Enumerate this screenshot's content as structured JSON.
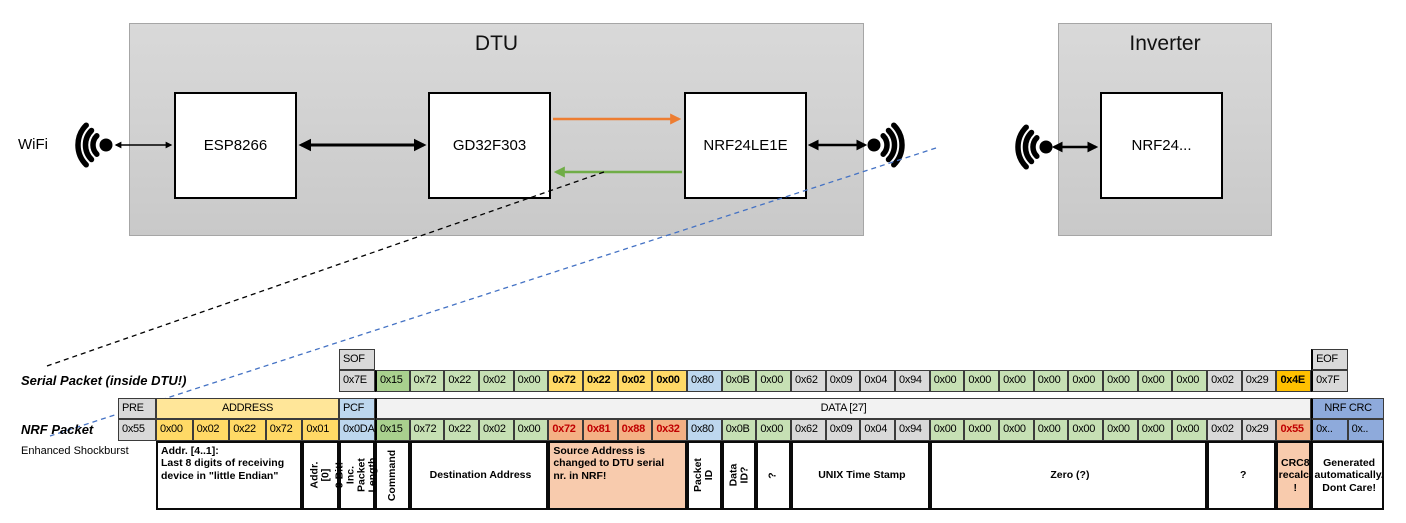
{
  "colors": {
    "orange_arrow": "#ED7D31",
    "green_arrow": "#70AD47",
    "blue_dashed": "#4472C4",
    "green_dark": "#A9D08E",
    "green_light": "#C6E0B4",
    "yellow_cell": "#FFD966",
    "yellow_header": "#FFE699",
    "orange_cell": "#FFC000",
    "blue_cell": "#BDD7EE",
    "crc_blue": "#8EAADB",
    "salmon_cell": "#F4B084",
    "salmon_note": "#F8CBAD",
    "gray_cell": "#D9D9D9",
    "red_text": "#C00000"
  },
  "scene": {
    "wifi_label": "WiFi",
    "dtu_title": "DTU",
    "esp_label": "ESP8266",
    "gd_label": "GD32F303",
    "nrf_label": "NRF24LE1E",
    "inverter_title": "Inverter",
    "inverter_nrf_label": "NRF24...",
    "icons": [
      "wifi-signal-left",
      "wifi-signal-right",
      "wifi-signal-inverter"
    ]
  },
  "serial_packet": {
    "label": "Serial Packet (inside DTU!)",
    "sof_header": "SOF",
    "sof_value": "0x7E",
    "eof_header": "EOF",
    "eof_value": "0x7F",
    "bytes": [
      {
        "v": "0x15",
        "s": "g2 tl"
      },
      {
        "v": "0x72",
        "s": "g1"
      },
      {
        "v": "0x22",
        "s": "g1"
      },
      {
        "v": "0x02",
        "s": "g1"
      },
      {
        "v": "0x00",
        "s": "g1"
      },
      {
        "v": "0x72",
        "s": "yb"
      },
      {
        "v": "0x22",
        "s": "yb"
      },
      {
        "v": "0x02",
        "s": "yb"
      },
      {
        "v": "0x00",
        "s": "yb"
      },
      {
        "v": "0x80",
        "s": "bl"
      },
      {
        "v": "0x0B",
        "s": "g1"
      },
      {
        "v": "0x00",
        "s": "g1"
      },
      {
        "v": "0x62",
        "s": "gy"
      },
      {
        "v": "0x09",
        "s": "gy"
      },
      {
        "v": "0x04",
        "s": "gy"
      },
      {
        "v": "0x94",
        "s": "gy"
      },
      {
        "v": "0x00",
        "s": "g1"
      },
      {
        "v": "0x00",
        "s": "g1"
      },
      {
        "v": "0x00",
        "s": "g1"
      },
      {
        "v": "0x00",
        "s": "g1"
      },
      {
        "v": "0x00",
        "s": "g1"
      },
      {
        "v": "0x00",
        "s": "g1"
      },
      {
        "v": "0x00",
        "s": "g1"
      },
      {
        "v": "0x00",
        "s": "g1"
      },
      {
        "v": "0x02",
        "s": "gy"
      },
      {
        "v": "0x29",
        "s": "gy"
      },
      {
        "v": "0x4E",
        "s": "ob"
      }
    ]
  },
  "nrf_packet": {
    "label": "NRF Packet",
    "sublabel": "Enhanced Shockburst",
    "pre_header": "PRE",
    "address_header": "ADDRESS",
    "pcf_header": "PCF",
    "data_header": "DATA [27]",
    "crc_header": "NRF CRC",
    "pre_value": "0x55",
    "address_values": [
      "0x00",
      "0x02",
      "0x22",
      "0x72",
      "0x01"
    ],
    "pcf_value": "0x0DA",
    "bytes": [
      {
        "v": "0x15",
        "s": "g2 tl"
      },
      {
        "v": "0x72",
        "s": "g1"
      },
      {
        "v": "0x22",
        "s": "g1"
      },
      {
        "v": "0x02",
        "s": "g1"
      },
      {
        "v": "0x00",
        "s": "g1"
      },
      {
        "v": "0x72",
        "s": "sb"
      },
      {
        "v": "0x81",
        "s": "sb"
      },
      {
        "v": "0x88",
        "s": "sb"
      },
      {
        "v": "0x32",
        "s": "sb"
      },
      {
        "v": "0x80",
        "s": "bl"
      },
      {
        "v": "0x0B",
        "s": "g1"
      },
      {
        "v": "0x00",
        "s": "g1"
      },
      {
        "v": "0x62",
        "s": "gy"
      },
      {
        "v": "0x09",
        "s": "gy"
      },
      {
        "v": "0x04",
        "s": "gy"
      },
      {
        "v": "0x94",
        "s": "gy"
      },
      {
        "v": "0x00",
        "s": "g1"
      },
      {
        "v": "0x00",
        "s": "g1"
      },
      {
        "v": "0x00",
        "s": "g1"
      },
      {
        "v": "0x00",
        "s": "g1"
      },
      {
        "v": "0x00",
        "s": "g1"
      },
      {
        "v": "0x00",
        "s": "g1"
      },
      {
        "v": "0x00",
        "s": "g1"
      },
      {
        "v": "0x00",
        "s": "g1"
      },
      {
        "v": "0x02",
        "s": "gy"
      },
      {
        "v": "0x29",
        "s": "gy"
      },
      {
        "v": "0x55",
        "s": "sb"
      }
    ],
    "crc_values": [
      "0x..",
      "0x.."
    ]
  },
  "annotations": [
    {
      "text": "Addr. [4..1]:\nLast 8 digits of receiving\ndevice in \"little Endian\"",
      "col": 3,
      "span": 4,
      "kind": "left"
    },
    {
      "text": "Addr.[0]",
      "col": 7,
      "span": 1,
      "kind": "vert"
    },
    {
      "text": "9 Bit!\nInc. Packet\nLength",
      "col": 8,
      "span": 1,
      "kind": "vert"
    },
    {
      "text": "Command",
      "col": 9,
      "span": 1,
      "kind": "vert tl"
    },
    {
      "text": "Destination Address",
      "col": 10,
      "span": 4,
      "kind": "center"
    },
    {
      "text": "Source Address is\nchanged to DTU serial\nnr. in NRF!",
      "col": 14,
      "span": 4,
      "kind": "left salmon"
    },
    {
      "text": "Packet ID",
      "col": 18,
      "span": 1,
      "kind": "vert"
    },
    {
      "text": "Data ID?",
      "col": 19,
      "span": 1,
      "kind": "vert"
    },
    {
      "text": "?",
      "col": 20,
      "span": 1,
      "kind": "vert"
    },
    {
      "text": "UNIX Time Stamp",
      "col": 21,
      "span": 4,
      "kind": "center"
    },
    {
      "text": "Zero (?)",
      "col": 25,
      "span": 8,
      "kind": "center"
    },
    {
      "text": "?",
      "col": 33,
      "span": 2,
      "kind": "center"
    },
    {
      "text": "CRC8\nrecalc.\n!",
      "col": 35,
      "span": 1,
      "kind": "center salmon"
    },
    {
      "text": "Generated\nautomatically.\nDont Care!",
      "col": 36,
      "span": 2,
      "kind": "center"
    }
  ]
}
